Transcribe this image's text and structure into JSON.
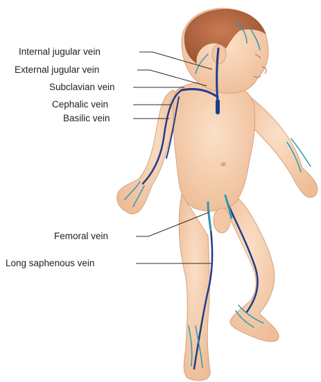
{
  "labels": {
    "internal_jugular": "Internal jugular vein",
    "external_jugular": "External jugular vein",
    "subclavian": "Subclavian vein",
    "cephalic": "Cephalic vein",
    "basilic": "Basilic vein",
    "femoral": "Femoral vein",
    "long_saphenous": "Long saphenous vein"
  },
  "colors": {
    "skin": "#f7d2b3",
    "skin_shadow": "#e9b48f",
    "hair": "#b76b43",
    "vein_deep": "#1f3c8a",
    "vein_superficial": "#2d9ab2",
    "leader_line": "#2b2b2b"
  }
}
